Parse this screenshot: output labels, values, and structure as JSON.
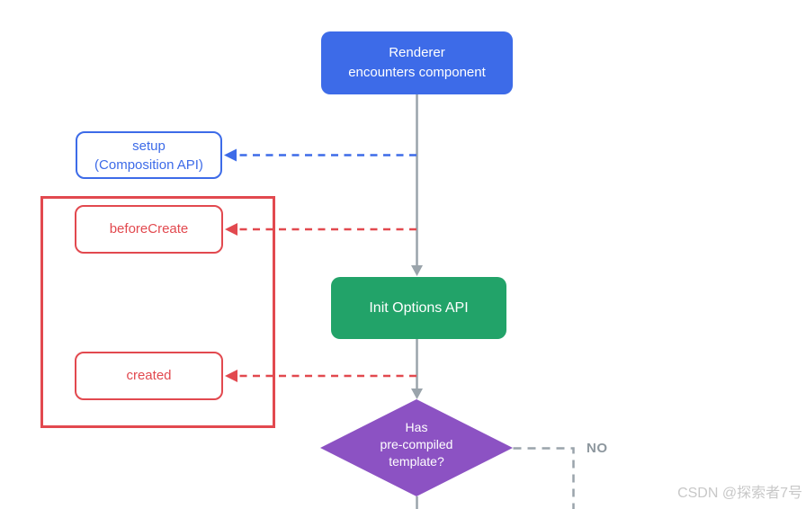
{
  "diagram": {
    "title_hint": "Vue component lifecycle flowchart",
    "nodes": {
      "renderer": {
        "label": "Renderer\nencounters component",
        "type": "filled",
        "color": "#3D6BE8"
      },
      "setup": {
        "label": "setup\n(Composition API)",
        "type": "outlined",
        "color": "#3D6BE8"
      },
      "before_create": {
        "label": "beforeCreate",
        "type": "outlined",
        "color": "#E2494F"
      },
      "created": {
        "label": "created",
        "type": "outlined",
        "color": "#E2494F"
      },
      "init_options_api": {
        "label": "Init Options API",
        "type": "filled",
        "color": "#22A369"
      },
      "decision_template": {
        "label": "Has\npre-compiled\ntemplate?",
        "type": "decision",
        "color": "#8C52C3"
      }
    },
    "edge_labels": {
      "no": "NO"
    },
    "colors": {
      "blue": "#3D6BE8",
      "red": "#E2494F",
      "green": "#22A369",
      "purple": "#8C52C3",
      "connector_gray": "#9AA4AB",
      "no_label_gray": "#8D979E",
      "background": "#ffffff"
    }
  },
  "watermark": {
    "text": "CSDN @探索者7号",
    "color": "#c8c8c8"
  }
}
